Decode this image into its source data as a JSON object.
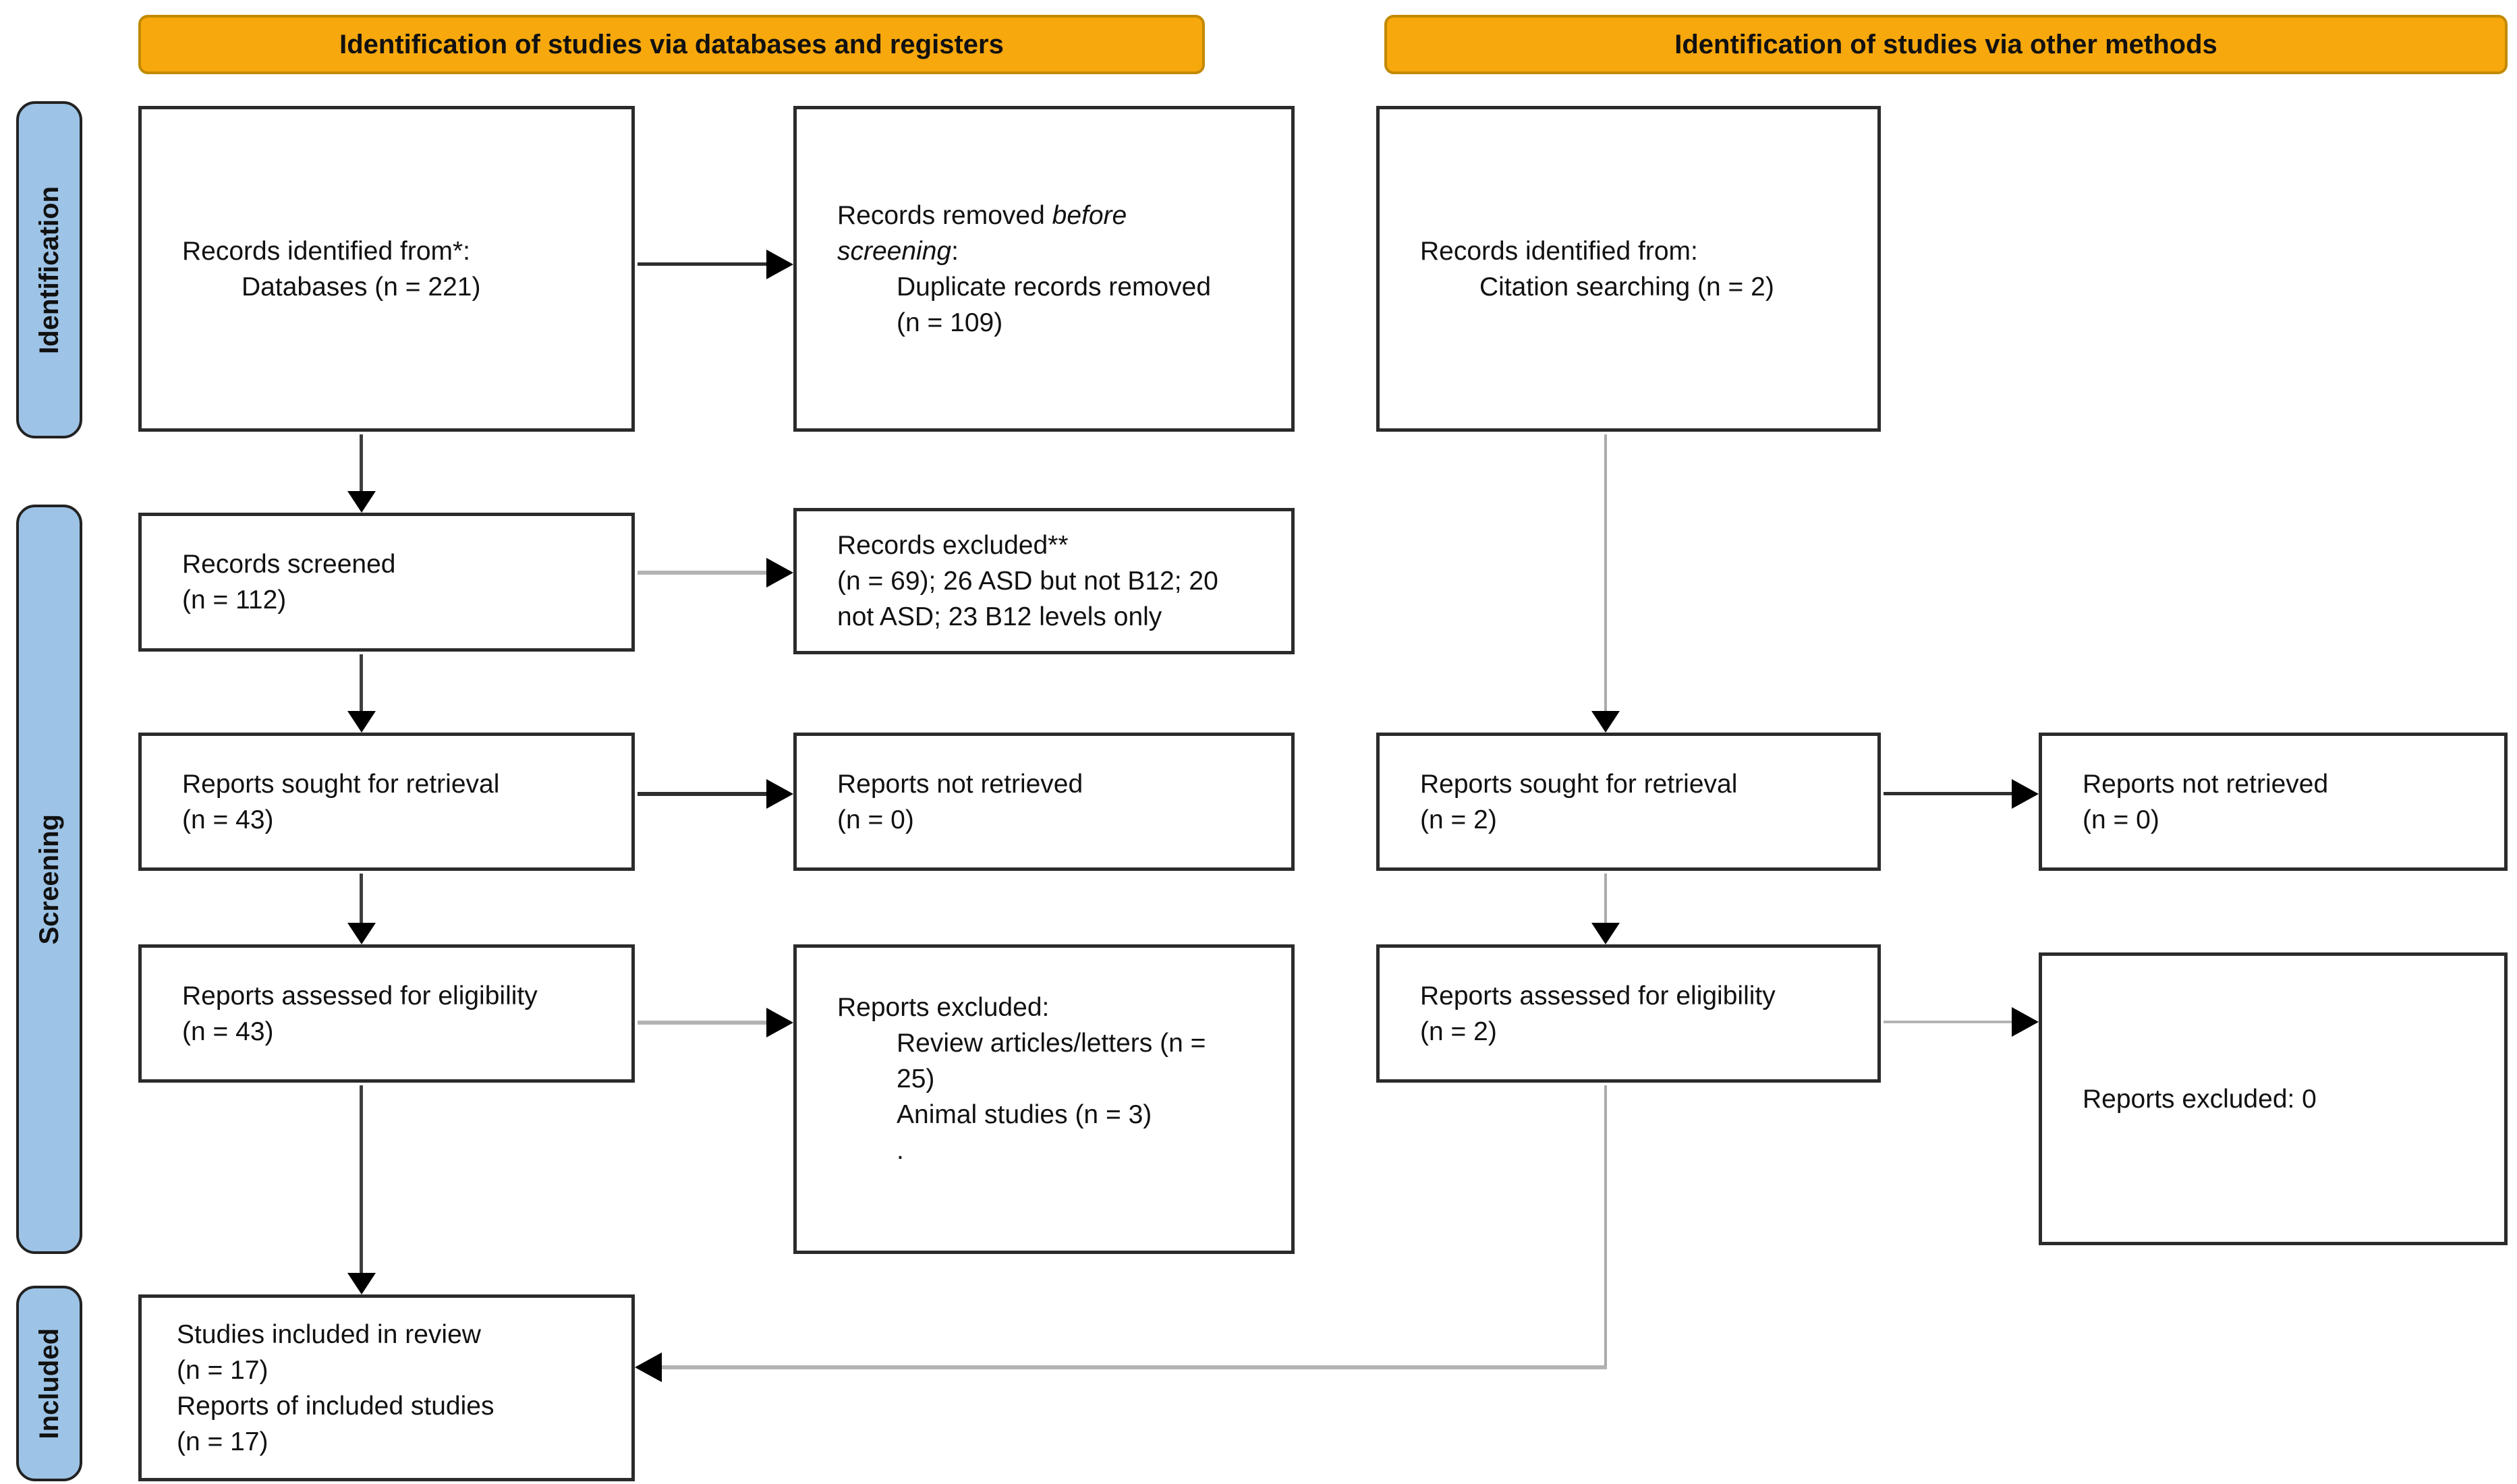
{
  "banners": {
    "left": "Identification of studies via databases and registers",
    "right": "Identification of studies via other methods"
  },
  "stages": {
    "identification": "Identification",
    "screening": "Screening",
    "included": "Included"
  },
  "colors": {
    "banner_fill": "#F7A80D",
    "banner_border": "#C28A00",
    "stage_fill": "#9DC3E6",
    "box_border": "#2b2b2b",
    "arrow_dark": "#3f3f3f",
    "arrow_gray": "#ababab"
  },
  "boxes": {
    "db_identified": {
      "lines": [
        "Records identified from*:",
        "Databases (n = 221)"
      ]
    },
    "records_removed": {
      "pre": "Records removed ",
      "italic": "before screening",
      "post": ":",
      "lines": [
        "Duplicate records removed",
        "(n = 109)"
      ]
    },
    "other_identified": {
      "lines": [
        "Records identified from:",
        "Citation searching (n = 2)"
      ]
    },
    "records_screened": {
      "lines": [
        "Records screened",
        "(n = 112)"
      ]
    },
    "records_excluded": {
      "lines": [
        "Records excluded**",
        "(n = 69); 26 ASD but not B12; 20",
        "not ASD; 23 B12 levels only"
      ]
    },
    "reports_sought_db": {
      "lines": [
        "Reports sought for retrieval",
        "(n = 43)"
      ]
    },
    "reports_not_retrieved_db": {
      "lines": [
        "Reports not retrieved",
        "(n = 0)"
      ]
    },
    "reports_sought_other": {
      "lines": [
        "Reports sought for retrieval",
        "(n = 2)"
      ]
    },
    "reports_not_retrieved_other": {
      "lines": [
        "Reports not retrieved",
        "(n = 0)"
      ]
    },
    "reports_assessed_db": {
      "lines": [
        "Reports assessed for eligibility",
        "(n = 43)"
      ]
    },
    "reports_excluded_db": {
      "title": "Reports excluded:",
      "items": [
        "Review articles/letters (n =",
        "25)",
        "Animal studies (n = 3)",
        "."
      ]
    },
    "reports_assessed_other": {
      "lines": [
        "Reports assessed for eligibility",
        "(n = 2)"
      ]
    },
    "reports_excluded_other": {
      "lines": [
        "Reports excluded: 0"
      ]
    },
    "included": {
      "lines": [
        "Studies included in review",
        "(n = 17)",
        "Reports of included studies",
        "(n = 17)"
      ]
    }
  }
}
